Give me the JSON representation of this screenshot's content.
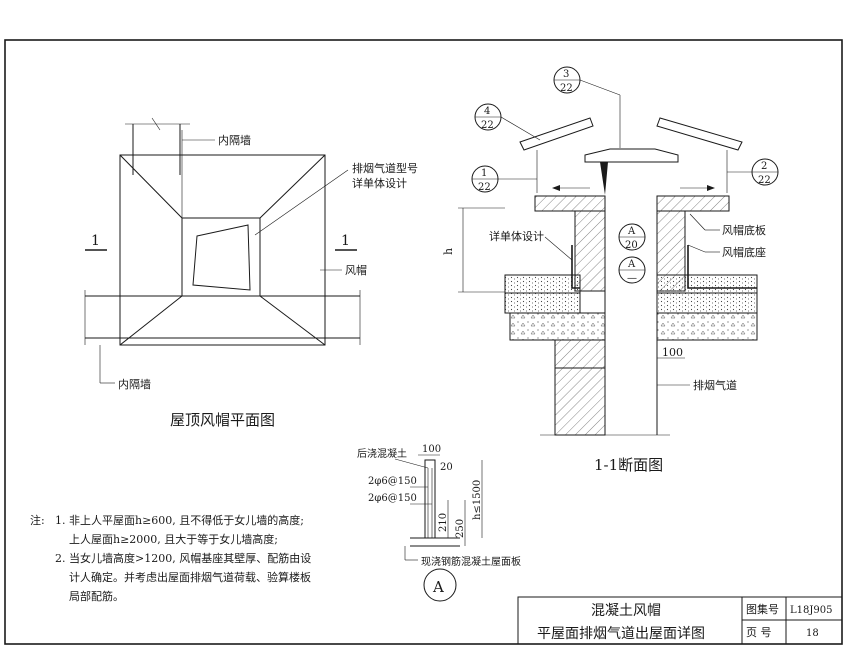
{
  "plan": {
    "label_inner_wall_top": "内隔墙",
    "label_duct_model": "排烟气道型号",
    "label_duct_detail": "详单体设计",
    "label_hood": "风帽",
    "label_inner_wall_bottom": "内隔墙",
    "section_mark_left": "1",
    "section_mark_right": "1",
    "title": "屋顶风帽平面图"
  },
  "section": {
    "callout_3_num": "3",
    "callout_3_sheet": "22",
    "callout_4_num": "4",
    "callout_4_sheet": "22",
    "callout_1_num": "1",
    "callout_1_sheet": "22",
    "callout_2_num": "2",
    "callout_2_sheet": "22",
    "callout_A1_top": "A",
    "callout_A1_bottom": "20",
    "callout_A2_top": "A",
    "callout_A2_bottom": "—",
    "label_detail": "详单体设计",
    "label_hood_bottom_plate": "风帽底板",
    "label_hood_base": "风帽底座",
    "label_duct": "排烟气道",
    "dim_h": "h",
    "dim_100": "100",
    "title": "1-1断面图"
  },
  "detailA": {
    "label_post_cast": "后浇混凝土",
    "dim_100": "100",
    "dim_20": "20",
    "rebar_1": "2φ6@150",
    "rebar_2": "2φ6@150",
    "dim_210": "210",
    "dim_250": "250",
    "dim_h_1500": "h≤1500",
    "label_slab": "现浇钢筋混凝土屋面板",
    "mark": "A"
  },
  "notes": {
    "prefix": "注:",
    "line1": "1. 非上人平屋面h≥600, 且不得低于女儿墙的高度;",
    "line2": "上人屋面h≥2000, 且大于等于女儿墙高度;",
    "line3": "2. 当女儿墙高度>1200, 风帽基座其壁厚、配筋由设",
    "line4": "计人确定。并考虑出屋面排烟气道荷载、验算楼板",
    "line5": "局部配筋。"
  },
  "titleblock": {
    "title1": "混凝土风帽",
    "title2": "平屋面排烟气道出屋面详图",
    "atlas_label": "图集号",
    "atlas_value": "L18J905",
    "page_label": "页  号",
    "page_value": "18"
  }
}
